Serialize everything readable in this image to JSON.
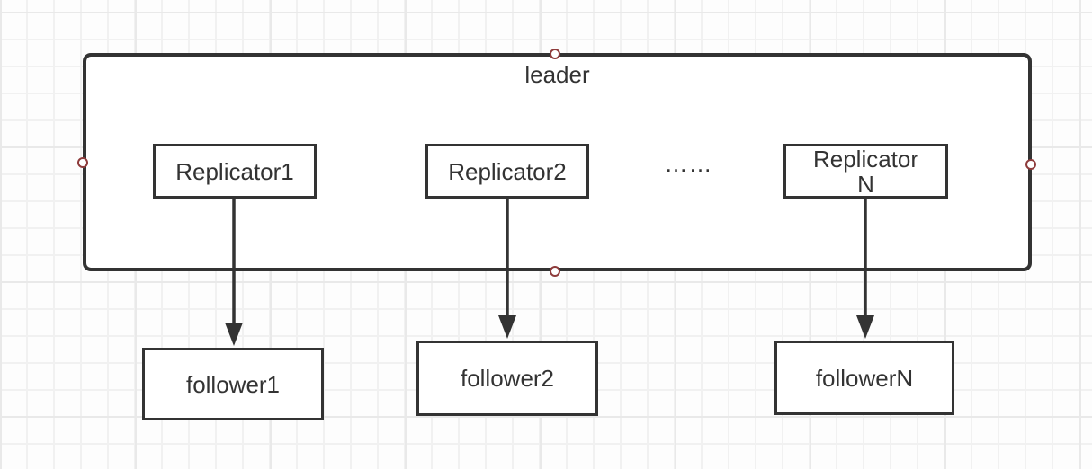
{
  "diagram": {
    "leader": {
      "label": "leader"
    },
    "replicators": [
      {
        "id": "Replicator1",
        "label": "Replicator1"
      },
      {
        "id": "Replicator2",
        "label": "Replicator2"
      },
      {
        "id": "ReplicatorN",
        "label": "Replicator\nN"
      }
    ],
    "ellipsis_label": "……",
    "followers": [
      {
        "id": "follower1",
        "label": "follower1"
      },
      {
        "id": "follower2",
        "label": "follower2"
      },
      {
        "id": "followerN",
        "label": "followerN"
      }
    ],
    "edges": [
      {
        "from": "Replicator1",
        "to": "follower1"
      },
      {
        "from": "Replicator2",
        "to": "follower2"
      },
      {
        "from": "ReplicatorN",
        "to": "followerN"
      }
    ],
    "connection_handles": [
      "top",
      "left",
      "right",
      "bottom"
    ],
    "colors": {
      "node_stroke": "#333333",
      "node_fill": "#ffffff",
      "text": "#333333",
      "connection_point": "#8e3b3b",
      "canvas_background": "#fdfdfd",
      "grid_line": "#f1f1f1",
      "grid_line_strong": "#e9e9e9"
    }
  }
}
